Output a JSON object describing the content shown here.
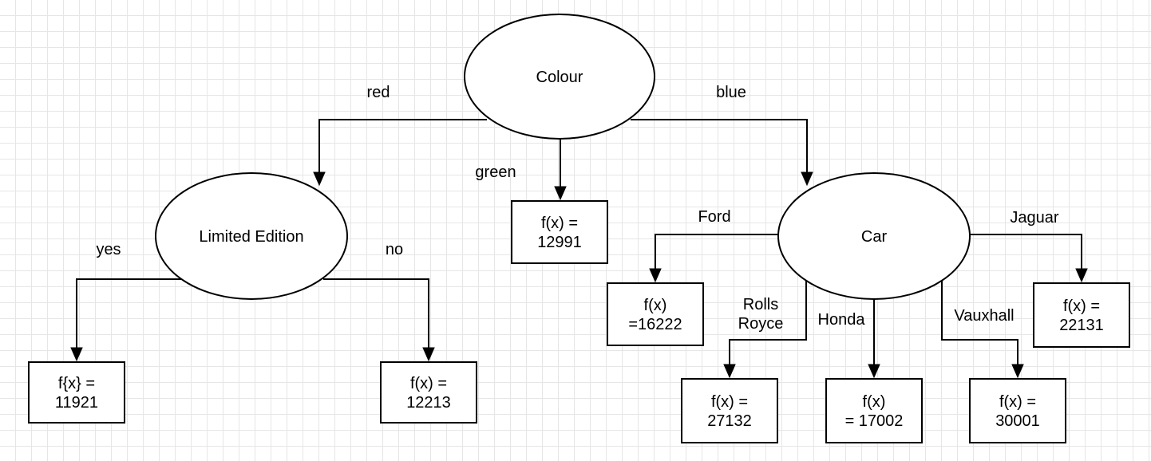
{
  "colors": {
    "stroke": "#000000",
    "fill": "#ffffff",
    "grid": "#e6e6e6"
  },
  "nodes": {
    "colour": {
      "lines": [
        "Colour"
      ]
    },
    "limited_edition": {
      "lines": [
        "Limited Edition"
      ]
    },
    "car": {
      "lines": [
        "Car"
      ]
    },
    "leaf_11921": {
      "lines": [
        "f{x} =",
        "11921"
      ]
    },
    "leaf_12213": {
      "lines": [
        "f(x) =",
        "12213"
      ]
    },
    "leaf_12991": {
      "lines": [
        "f(x) =",
        "12991"
      ]
    },
    "leaf_16222": {
      "lines": [
        "f(x)",
        "=16222"
      ]
    },
    "leaf_27132": {
      "lines": [
        "f(x) =",
        "27132"
      ]
    },
    "leaf_17002": {
      "lines": [
        "f(x)",
        "= 17002"
      ]
    },
    "leaf_30001": {
      "lines": [
        "f(x) =",
        "30001"
      ]
    },
    "leaf_22131": {
      "lines": [
        "f(x) =",
        "22131"
      ]
    }
  },
  "edges": {
    "red": {
      "lines": [
        "red"
      ]
    },
    "green": {
      "lines": [
        "green"
      ]
    },
    "blue": {
      "lines": [
        "blue"
      ]
    },
    "yes": {
      "lines": [
        "yes"
      ]
    },
    "no": {
      "lines": [
        "no"
      ]
    },
    "ford": {
      "lines": [
        "Ford"
      ]
    },
    "rolls_royce": {
      "lines": [
        "Rolls",
        "Royce"
      ]
    },
    "honda": {
      "lines": [
        "Honda"
      ]
    },
    "vauxhall": {
      "lines": [
        "Vauxhall"
      ]
    },
    "jaguar": {
      "lines": [
        "Jaguar"
      ]
    }
  }
}
